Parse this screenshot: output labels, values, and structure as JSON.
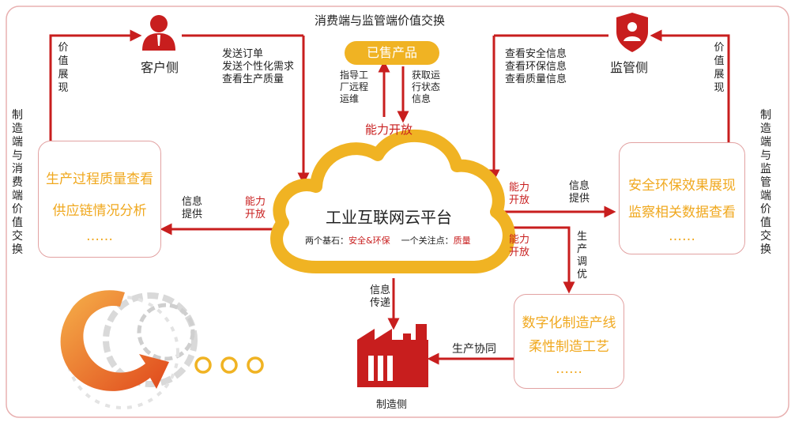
{
  "top_title": "消费端与监管端价值交换",
  "left_side_label": "制造端与消费端价值交换",
  "right_side_label": "制造端与监管端价值交换",
  "customer": {
    "label": "客户侧",
    "value_label": "价值展现",
    "requests": [
      "发送订单",
      "发送个性化需求",
      "查看生产质量"
    ]
  },
  "regulator": {
    "label": "监管侧",
    "value_label": "价值展现",
    "requests": [
      "查看安全信息",
      "查看环保信息",
      "查看质量信息"
    ]
  },
  "sold_products": {
    "label": "已售产品",
    "down_text": "指导工厂远程运维",
    "up_text": "获取运行状态信息",
    "capability": "能力开放"
  },
  "cloud": {
    "title": "工业互联网云平台",
    "base_prefix": "两个基石：",
    "base_value": "安全&环保",
    "focus_prefix": "一个关注点：",
    "focus_value": "质量"
  },
  "left_box": {
    "lines": [
      "生产过程质量查看",
      "供应链情况分析",
      "……"
    ],
    "info_label": "信息提供",
    "capability": "能力开放"
  },
  "right_box": {
    "lines": [
      "安全环保效果展现",
      "监察相关数据查看",
      "……"
    ],
    "info_label": "信息提供",
    "capability": "能力开放"
  },
  "bottom_right_box": {
    "lines": [
      "数字化制造产线",
      "柔性制造工艺",
      "……"
    ],
    "optimize_label": "生产调优",
    "capability": "能力开放"
  },
  "factory": {
    "label": "制造侧",
    "info_label": "信息传递",
    "collab_label": "生产协同"
  },
  "colors": {
    "arrow_red": "#c81e1e",
    "accent_yellow": "#f0b323",
    "box_text": "#f0a81e",
    "outer_border": "#e8b0b0"
  }
}
